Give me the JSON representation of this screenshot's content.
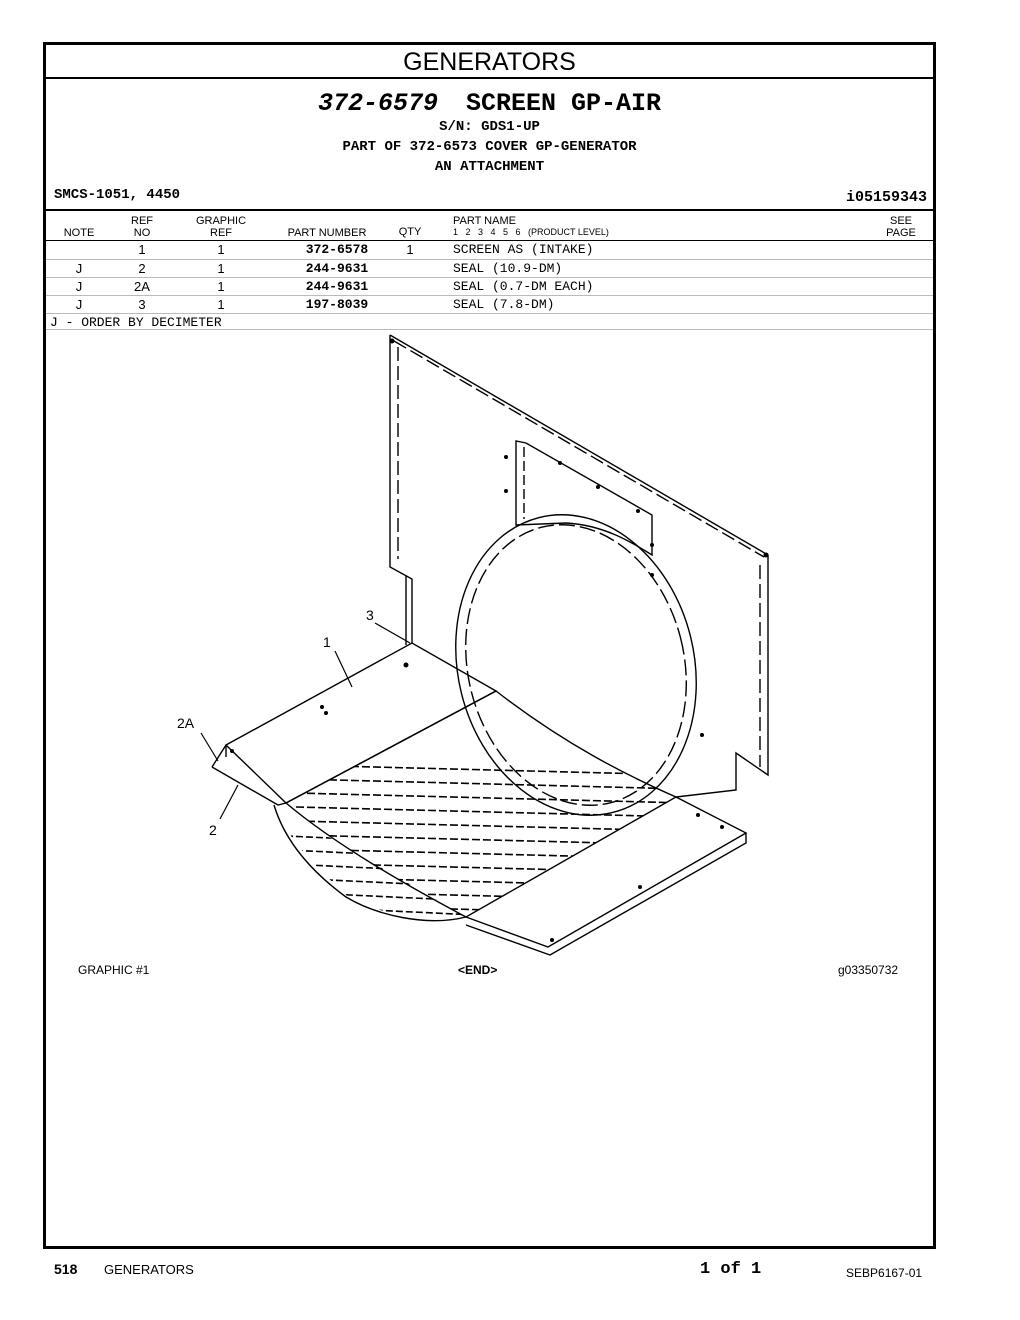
{
  "section": "GENERATORS",
  "part": {
    "number": "372-6579",
    "name": "SCREEN GP-AIR",
    "serial": "S/N: GDS1-UP",
    "part_of": "PART OF 372-6573 COVER GP-GENERATOR",
    "attachment": "AN ATTACHMENT"
  },
  "smcs": "SMCS-1051, 4450",
  "ident": "i05159343",
  "table": {
    "headers": {
      "note": "NOTE",
      "ref_top": "REF",
      "ref_bottom": "NO",
      "graphic_top": "GRAPHIC",
      "graphic_bottom": "REF",
      "part_number": "PART NUMBER",
      "qty": "QTY",
      "part_name": "PART NAME",
      "levels": "1   2   3   4   5   6   (PRODUCT LEVEL)",
      "see_top": "SEE",
      "see_bottom": "PAGE"
    },
    "rows": [
      {
        "note": "",
        "ref": "1",
        "graphic": "1",
        "part_number": "372-6578",
        "qty": "1",
        "name": "SCREEN AS (INTAKE)"
      },
      {
        "note": "J",
        "ref": "2",
        "graphic": "1",
        "part_number": "244-9631",
        "qty": "",
        "name": "SEAL (10.9-DM)"
      },
      {
        "note": "J",
        "ref": "2A",
        "graphic": "1",
        "part_number": "244-9631",
        "qty": "",
        "name": "SEAL (0.7-DM EACH)"
      },
      {
        "note": "J",
        "ref": "3",
        "graphic": "1",
        "part_number": "197-8039",
        "qty": "",
        "name": "SEAL (7.8-DM)"
      }
    ]
  },
  "footnote": "J - ORDER BY DECIMETER",
  "callouts": {
    "c1": "1",
    "c2": "2",
    "c2a": "2A",
    "c3": "3"
  },
  "graphic": {
    "label": "GRAPHIC #1",
    "end": "<END>",
    "id": "g03350732"
  },
  "footer": {
    "page_number": "518",
    "section": "GENERATORS",
    "page_count": "1 of 1",
    "doc": "SEBP6167-01"
  }
}
